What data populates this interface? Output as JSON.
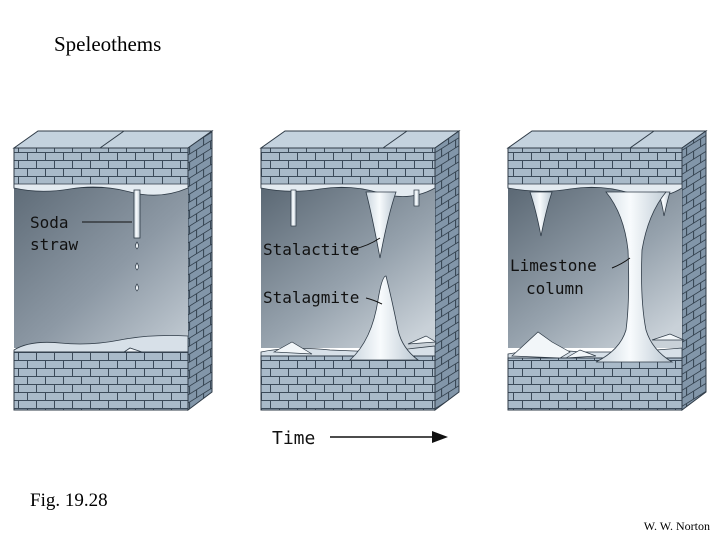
{
  "title": "Speleothems",
  "labels": {
    "soda_straw": [
      "Soda",
      "straw"
    ],
    "stalactite": "Stalactite",
    "stalagmite": "Stalagmite",
    "limestone_column": [
      "Limestone",
      "column"
    ],
    "time": "Time"
  },
  "figure_number": "Fig. 19.28",
  "credit": "W. W. Norton",
  "colors": {
    "brick_face": "#a7b8c8",
    "brick_top": "#c4d2de",
    "brick_side": "#7f93a6",
    "mortar": "#3b4a59",
    "cave_gradient_dark": "#5f6c78",
    "cave_gradient_light": "#b8c3cd",
    "formation": "#eef3f7"
  }
}
